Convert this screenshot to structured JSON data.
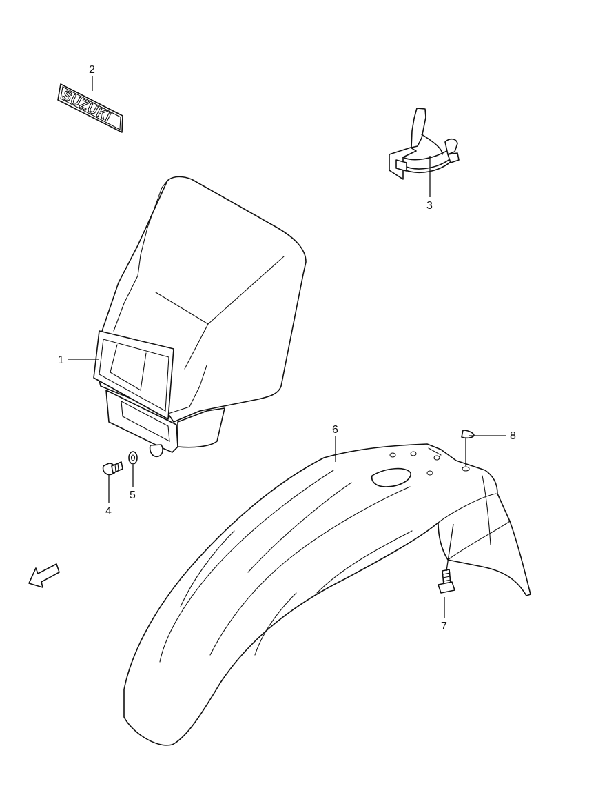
{
  "callouts": [
    "1",
    "2",
    "3",
    "4",
    "5",
    "6",
    "7",
    "8"
  ],
  "emblem_text": "SUZUKI",
  "direction_label": "FWD"
}
